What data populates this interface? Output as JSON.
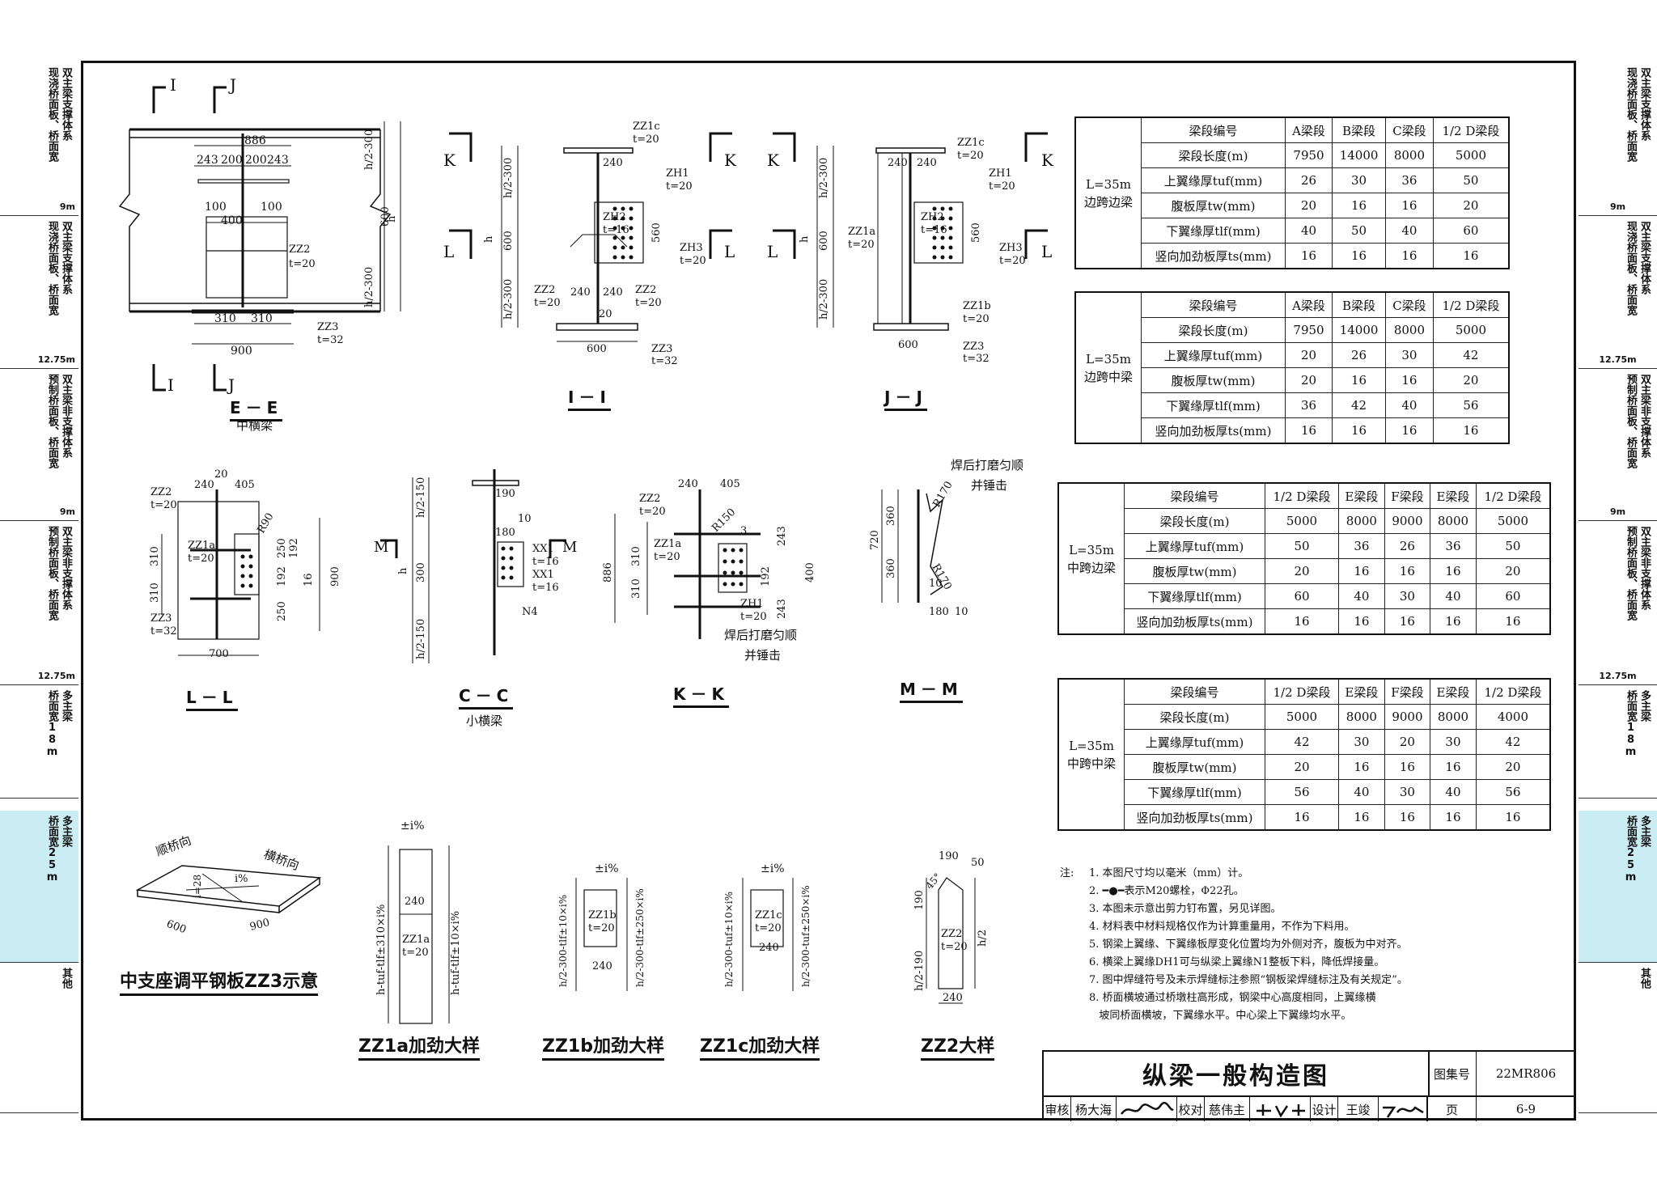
{
  "side_tabs_left": [
    {
      "lines": [
        "双主梁支撑体系",
        "现浇桥面板、桥面宽"
      ],
      "footer": "9m",
      "highlight": false
    },
    {
      "lines": [
        "双主梁支撑体系",
        "现浇桥面板、桥面宽"
      ],
      "footer": "12.75m",
      "highlight": false
    },
    {
      "lines": [
        "双主梁非支撑体系",
        "预制桥面板、桥面宽"
      ],
      "footer": "9m",
      "highlight": false
    },
    {
      "lines": [
        "双主梁非支撑体系",
        "预制桥面板、桥面宽"
      ],
      "footer": "12.75m",
      "highlight": false
    },
    {
      "lines": [
        "多主梁",
        "桥面宽18m"
      ],
      "footer": "",
      "highlight": false
    },
    {
      "lines": [
        "多主梁",
        "桥面宽25m"
      ],
      "footer": "",
      "highlight": true
    },
    {
      "lines": [
        "其他"
      ],
      "footer": "",
      "highlight": false
    }
  ],
  "side_tabs_right": [
    {
      "lines": [
        "双主梁支撑体系",
        "现浇桥面板、桥面宽"
      ],
      "footer": "9m",
      "highlight": false
    },
    {
      "lines": [
        "双主梁支撑体系",
        "现浇桥面板、桥面宽"
      ],
      "footer": "12.75m",
      "highlight": false
    },
    {
      "lines": [
        "双主梁非支撑体系",
        "预制桥面板、桥面宽"
      ],
      "footer": "9m",
      "highlight": false
    },
    {
      "lines": [
        "双主梁非支撑体系",
        "预制桥面板、桥面宽"
      ],
      "footer": "12.75m",
      "highlight": false
    },
    {
      "lines": [
        "多主梁",
        "桥面宽18m"
      ],
      "footer": "",
      "highlight": false
    },
    {
      "lines": [
        "多主梁",
        "桥面宽25m"
      ],
      "footer": "",
      "highlight": true
    },
    {
      "lines": [
        "其他"
      ],
      "footer": "",
      "highlight": false
    }
  ],
  "tables": [
    {
      "group": [
        "L=35m",
        "边跨边梁"
      ],
      "header": [
        "梁段编号",
        "A梁段",
        "B梁段",
        "C梁段",
        "1/2 D梁段"
      ],
      "rows": [
        [
          "梁段长度(m)",
          "7950",
          "14000",
          "8000",
          "5000"
        ],
        [
          "上翼缘厚tuf(mm)",
          "26",
          "30",
          "36",
          "50"
        ],
        [
          "腹板厚tw(mm)",
          "20",
          "16",
          "16",
          "20"
        ],
        [
          "下翼缘厚tlf(mm)",
          "40",
          "50",
          "40",
          "60"
        ],
        [
          "竖向加劲板厚ts(mm)",
          "16",
          "16",
          "16",
          "16"
        ]
      ]
    },
    {
      "group": [
        "L=35m",
        "边跨中梁"
      ],
      "header": [
        "梁段编号",
        "A梁段",
        "B梁段",
        "C梁段",
        "1/2 D梁段"
      ],
      "rows": [
        [
          "梁段长度(m)",
          "7950",
          "14000",
          "8000",
          "5000"
        ],
        [
          "上翼缘厚tuf(mm)",
          "20",
          "26",
          "30",
          "42"
        ],
        [
          "腹板厚tw(mm)",
          "20",
          "16",
          "16",
          "20"
        ],
        [
          "下翼缘厚tlf(mm)",
          "36",
          "42",
          "40",
          "56"
        ],
        [
          "竖向加劲板厚ts(mm)",
          "16",
          "16",
          "16",
          "16"
        ]
      ]
    },
    {
      "group": [
        "L=35m",
        "中跨边梁"
      ],
      "header": [
        "梁段编号",
        "1/2 D梁段",
        "E梁段",
        "F梁段",
        "E梁段",
        "1/2 D梁段"
      ],
      "rows": [
        [
          "梁段长度(m)",
          "5000",
          "8000",
          "9000",
          "8000",
          "5000"
        ],
        [
          "上翼缘厚tuf(mm)",
          "50",
          "36",
          "26",
          "36",
          "50"
        ],
        [
          "腹板厚tw(mm)",
          "20",
          "16",
          "16",
          "16",
          "20"
        ],
        [
          "下翼缘厚tlf(mm)",
          "60",
          "40",
          "30",
          "40",
          "60"
        ],
        [
          "竖向加劲板厚ts(mm)",
          "16",
          "16",
          "16",
          "16",
          "16"
        ]
      ]
    },
    {
      "group": [
        "L=35m",
        "中跨中梁"
      ],
      "header": [
        "梁段编号",
        "1/2 D梁段",
        "E梁段",
        "F梁段",
        "E梁段",
        "1/2 D梁段"
      ],
      "rows": [
        [
          "梁段长度(m)",
          "5000",
          "8000",
          "9000",
          "8000",
          "4000"
        ],
        [
          "上翼缘厚tuf(mm)",
          "42",
          "30",
          "20",
          "30",
          "42"
        ],
        [
          "腹板厚tw(mm)",
          "20",
          "16",
          "16",
          "16",
          "20"
        ],
        [
          "下翼缘厚tlf(mm)",
          "56",
          "40",
          "30",
          "40",
          "56"
        ],
        [
          "竖向加劲板厚ts(mm)",
          "16",
          "16",
          "16",
          "16",
          "16"
        ]
      ]
    }
  ],
  "section_labels": {
    "ee": "E－E",
    "ee_sub": "中横梁",
    "ii": "I－I",
    "jj": "J－J",
    "ll": "L－L",
    "cc": "C－C",
    "cc_sub": "小横梁",
    "kk": "K－K",
    "mm": "M－M"
  },
  "detail_labels": {
    "zz3": "中支座调平钢板ZZ3示意",
    "zz1a": "ZZ1a加劲大样",
    "zz1b": "ZZ1b加劲大样",
    "zz1c": "ZZ1c加劲大样",
    "zz2": "ZZ2大样"
  },
  "notes": {
    "prefix": "注:",
    "items": [
      "1. 本图尺寸均以毫米（mm）计。",
      "2. ━●━表示M20螺栓，Φ22孔。",
      "3. 本图未示意出剪力钉布置，另见详图。",
      "4. 材料表中材料规格仅作为计算重量用，不作为下料用。",
      "5. 钢梁上翼缘、下翼缘板厚变化位置均为外侧对齐，腹板为中对齐。",
      "6. 横梁上翼缘DH1可与纵梁上翼缘N1整板下料，降低焊接量。",
      "7. 图中焊缝符号及未示焊缝标注参照“钢板梁焊缝标注及有关规定”。",
      "8. 桥面横坡通过桥墩柱高形成，钢梁中心高度相同，上翼缘横",
      "   坡同桥面横坡，下翼缘水平。中心梁上下翼缘均水平。"
    ]
  },
  "title_block": {
    "title": "纵梁一般构造图",
    "atlas_label": "图集号",
    "atlas_no": "22MR806",
    "review_label": "审核",
    "reviewer": "杨大海",
    "check_label": "校对",
    "checker": "慈伟主",
    "design_label": "设计",
    "designer": "王竣",
    "page_label": "页",
    "page_no": "6-9"
  },
  "drawing_text": {
    "i": "I",
    "j": "J",
    "k": "K",
    "l": "L",
    "m": "M",
    "d886": "886",
    "d243a": "243",
    "d200a": "200",
    "d200b": "200",
    "d243b": "243",
    "d100a": "100",
    "d100b": "100",
    "d400": "400",
    "d310a": "310",
    "d310b": "310",
    "d900": "900",
    "zz2": "ZZ2",
    "t20": "t=20",
    "zz3": "ZZ3",
    "t32": "t=32",
    "h2_300": "h/2-300",
    "h": "h",
    "d600": "600",
    "zz1c": "ZZ1c",
    "zz1a": "ZZ1a",
    "zz1b": "ZZ1b",
    "zh1": "ZH1",
    "zh2": "ZH2",
    "zh3": "ZH3",
    "t16": "t=16",
    "d240": "240",
    "d560": "560",
    "d20": "20",
    "d405": "405",
    "r90": "R90",
    "d192": "192",
    "d250": "250",
    "d16": "16",
    "d700": "700",
    "h2_150": "h/2-150",
    "d190": "190",
    "d180": "180",
    "d10": "10",
    "d300": "300",
    "xx1": "XX1",
    "n4": "N4",
    "d886k": "886",
    "r150": "R150",
    "d3": "3",
    "d243": "243",
    "weld1": "焊后打磨匀顺",
    "weld2": "并锤击",
    "d720": "720",
    "d360": "360",
    "r170": "R170",
    "shun": "顺桥向",
    "heng": "横桥向",
    "i28": "i=28",
    "ipct": "i%",
    "pm_i": "±i%",
    "d900b": "900",
    "d600b": "600",
    "zz1a_l": "h-tuf-tlf±310×i%",
    "zz1a_r": "h-tuf-tlf±10×i%",
    "zz1b_l": "h/2-300-tlf±10×i%",
    "zz1b_r": "h/2-300-tlf±250×i%",
    "zz1c_l": "h/2-300-tuf±10×i%",
    "zz1c_r": "h/2-300-tuf±250×i%",
    "zz2_190": "190",
    "zz2_50": "50",
    "zz2_45": "45°",
    "zz2_h2": "h/2",
    "zz2_h2_190": "h/2-190"
  }
}
